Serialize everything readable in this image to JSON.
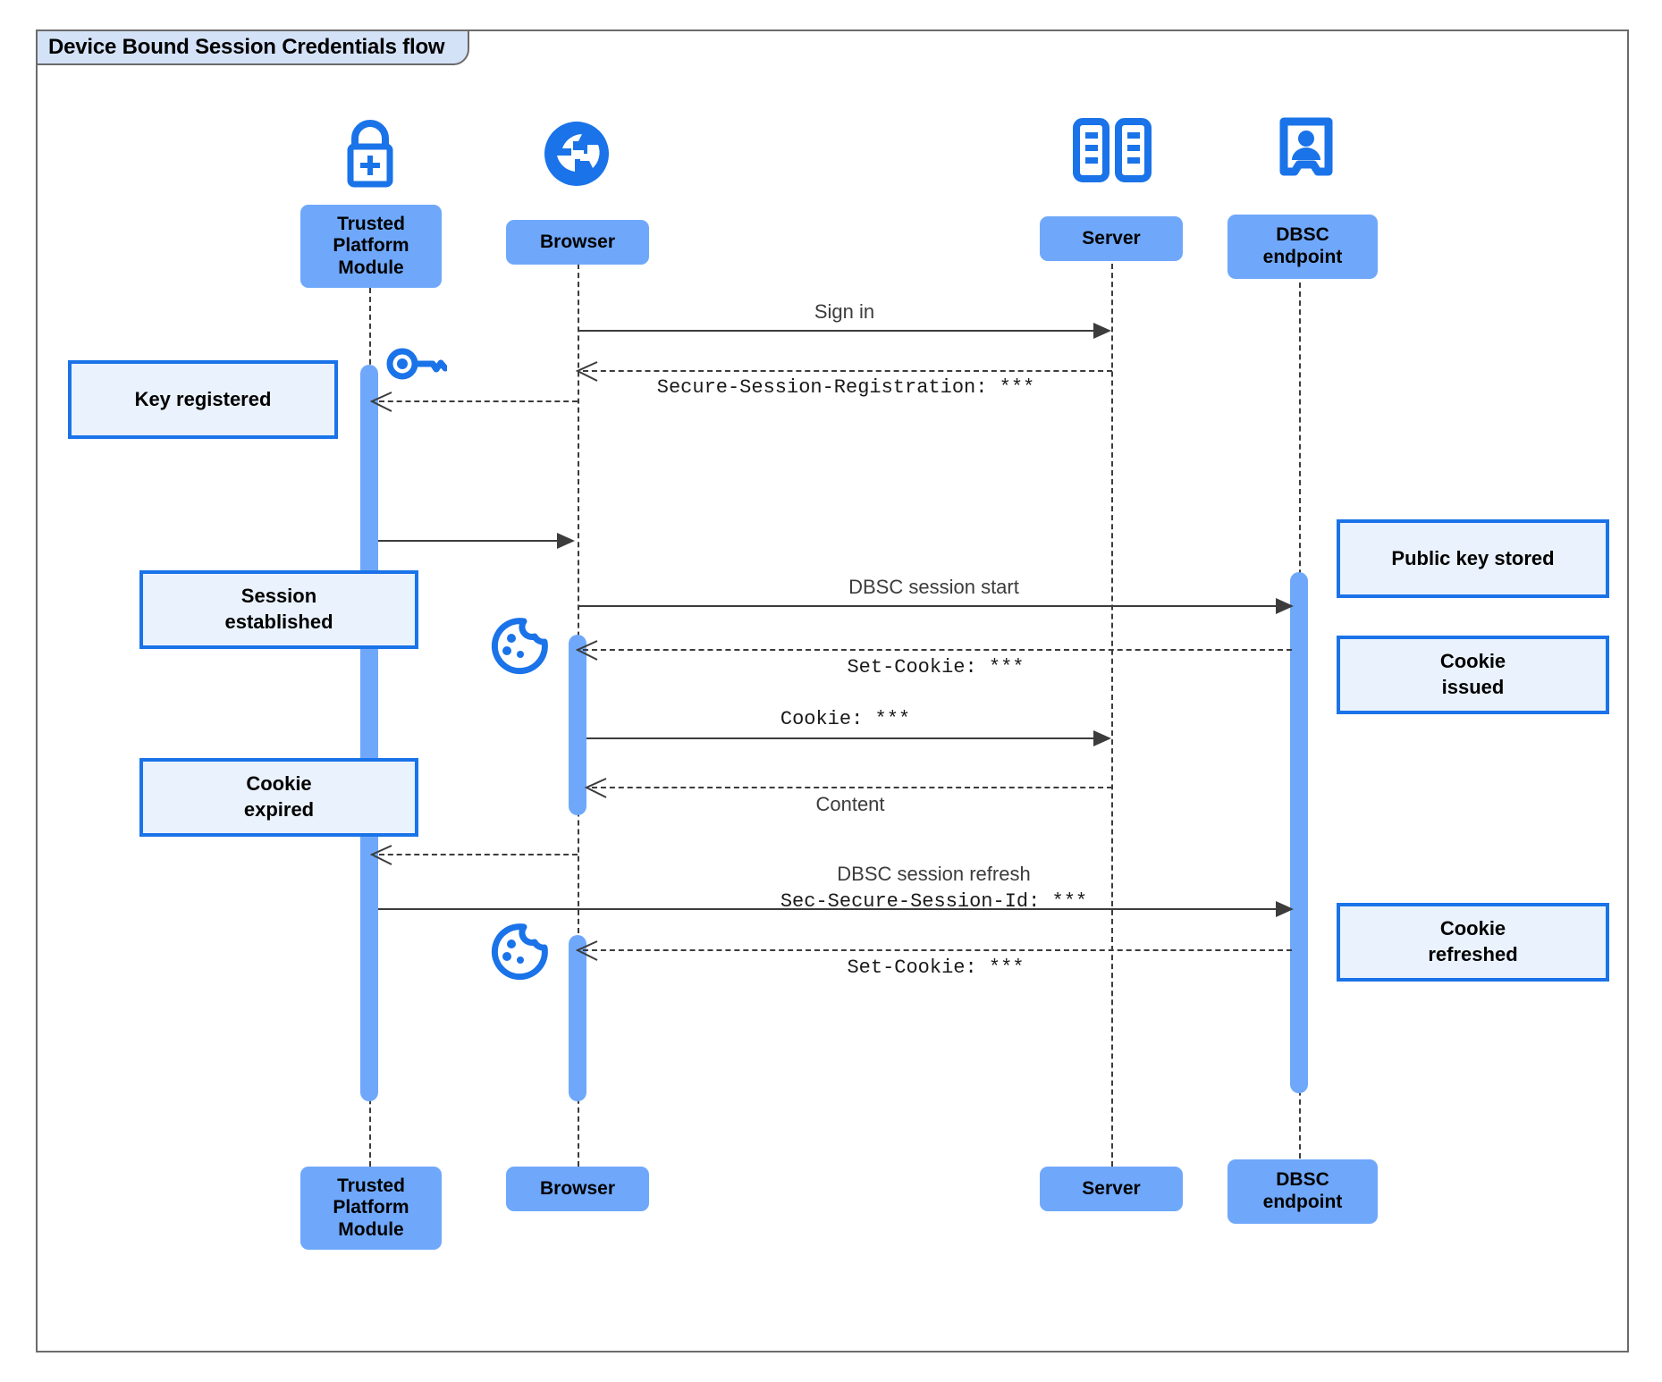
{
  "diagram": {
    "title": "Device Bound Session Credentials flow",
    "type": "uml-sequence-diagram",
    "colors": {
      "participant_fill": "#6fa8fb",
      "note_fill": "#eaf2fd",
      "note_border": "#1a73e8",
      "activation_fill": "#6fa8fb",
      "icon_blue": "#1a73e8",
      "line": "#3c3c3c",
      "frame_border": "#6b6b6b",
      "frame_title_fill": "#d4e2f7"
    }
  },
  "participants": [
    {
      "id": "tpm",
      "label": "Trusted\nPlatform\nModule",
      "label_line1": "Trusted",
      "label_line2": "Platform",
      "label_line3": "Module",
      "icon": "lock-plus-icon"
    },
    {
      "id": "browser",
      "label": "Browser",
      "icon": "globe-icon"
    },
    {
      "id": "server",
      "label": "Server",
      "icon": "server-rack-icon"
    },
    {
      "id": "dbsc",
      "label": "DBSC\nendpoint",
      "label_line1": "DBSC",
      "label_line2": "endpoint",
      "icon": "id-badge-icon"
    }
  ],
  "notes": [
    {
      "id": "key-registered",
      "text": "Key registered",
      "line1": "Key registered",
      "line2": "",
      "side": "left",
      "attached_to": "tpm"
    },
    {
      "id": "session-established",
      "text": "Session established",
      "line1": "Session",
      "line2": "established",
      "side": "left",
      "attached_to": "tpm"
    },
    {
      "id": "cookie-expired",
      "text": "Cookie expired",
      "line1": "Cookie",
      "line2": "expired",
      "side": "left",
      "attached_to": "tpm"
    },
    {
      "id": "public-key-stored",
      "text": "Public key stored",
      "line1": "Public key stored",
      "line2": "",
      "side": "right",
      "attached_to": "dbsc"
    },
    {
      "id": "cookie-issued",
      "text": "Cookie issued",
      "line1": "Cookie",
      "line2": "issued",
      "side": "right",
      "attached_to": "dbsc"
    },
    {
      "id": "cookie-refreshed",
      "text": "Cookie refreshed",
      "line1": "Cookie",
      "line2": "refreshed",
      "side": "right",
      "attached_to": "dbsc"
    }
  ],
  "messages": [
    {
      "id": "m1",
      "from": "browser",
      "to": "server",
      "label": "Sign in",
      "style": "solid",
      "font": "sans",
      "label2": ""
    },
    {
      "id": "m2",
      "from": "server",
      "to": "browser",
      "label": "Secure-Session-Registration: ***",
      "style": "dashed",
      "font": "mono",
      "label2": ""
    },
    {
      "id": "m3",
      "from": "browser",
      "to": "tpm",
      "label": "",
      "style": "dashed",
      "font": "sans",
      "label2": ""
    },
    {
      "id": "m4",
      "from": "tpm",
      "to": "browser",
      "label": "",
      "style": "solid",
      "font": "sans",
      "label2": ""
    },
    {
      "id": "m5",
      "from": "browser",
      "to": "dbsc",
      "label": "DBSC session start",
      "style": "solid",
      "font": "sans",
      "label2": ""
    },
    {
      "id": "m6",
      "from": "dbsc",
      "to": "browser",
      "label": "Set-Cookie: ***",
      "style": "dashed",
      "font": "mono",
      "label2": ""
    },
    {
      "id": "m7",
      "from": "browser",
      "to": "server",
      "label": "Cookie: ***",
      "style": "solid",
      "font": "mono",
      "label2": ""
    },
    {
      "id": "m8",
      "from": "server",
      "to": "browser",
      "label": "Content",
      "style": "dashed",
      "font": "sans",
      "label2": ""
    },
    {
      "id": "m9",
      "from": "browser",
      "to": "tpm",
      "label": "",
      "style": "dashed",
      "font": "sans",
      "label2": ""
    },
    {
      "id": "m10",
      "from": "tpm",
      "to": "dbsc",
      "label": "DBSC session refresh",
      "label2": "Sec-Secure-Session-Id: ***",
      "style": "solid",
      "font": "sans"
    },
    {
      "id": "m11",
      "from": "dbsc",
      "to": "browser",
      "label": "Set-Cookie: ***",
      "style": "dashed",
      "font": "mono",
      "label2": ""
    }
  ],
  "inline_icons": [
    {
      "id": "key-icon",
      "name": "key-icon",
      "near": "tpm",
      "position": "lifeline-left"
    },
    {
      "id": "cookie-icon-1",
      "name": "cookie-icon",
      "near": "browser",
      "position": "lifeline-left"
    },
    {
      "id": "cookie-icon-2",
      "name": "cookie-icon",
      "near": "browser",
      "position": "lifeline-left"
    }
  ]
}
